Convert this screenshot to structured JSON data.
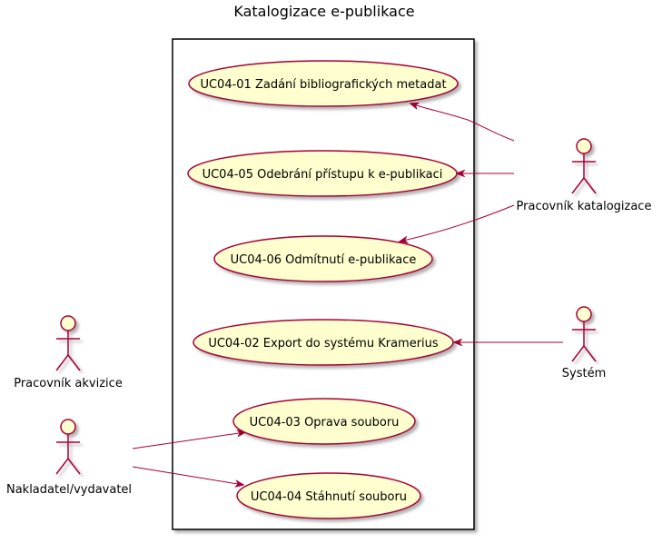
{
  "diagram": {
    "title": "Katalogizace e-publikace",
    "colors": {
      "usecase_fill": "#FEFECE",
      "line": "#A80036",
      "border": "#000000"
    },
    "use_cases": [
      {
        "id": "uc01",
        "label": "UC04-01 Zadání bibliografických metadat"
      },
      {
        "id": "uc05",
        "label": "UC04-05 Odebrání přístupu k e-publikaci"
      },
      {
        "id": "uc06",
        "label": "UC04-06 Odmítnutí e-publikace"
      },
      {
        "id": "uc02",
        "label": "UC04-02 Export do systému Kramerius"
      },
      {
        "id": "uc03",
        "label": "UC04-03 Oprava souboru"
      },
      {
        "id": "uc04",
        "label": "UC04-04 Stáhnutí souboru"
      }
    ],
    "actors": [
      {
        "id": "katalogizace",
        "label": "Pracovník katalogizace"
      },
      {
        "id": "system",
        "label": "Systém"
      },
      {
        "id": "akvizice",
        "label": "Pracovník akvizice"
      },
      {
        "id": "nakladatel",
        "label": "Nakladatel/vydavatel"
      }
    ],
    "associations": [
      {
        "from": "katalogizace",
        "to": "uc01"
      },
      {
        "from": "katalogizace",
        "to": "uc05"
      },
      {
        "from": "katalogizace",
        "to": "uc06"
      },
      {
        "from": "system",
        "to": "uc02"
      },
      {
        "from": "nakladatel",
        "to": "uc03"
      },
      {
        "from": "nakladatel",
        "to": "uc04"
      }
    ]
  }
}
